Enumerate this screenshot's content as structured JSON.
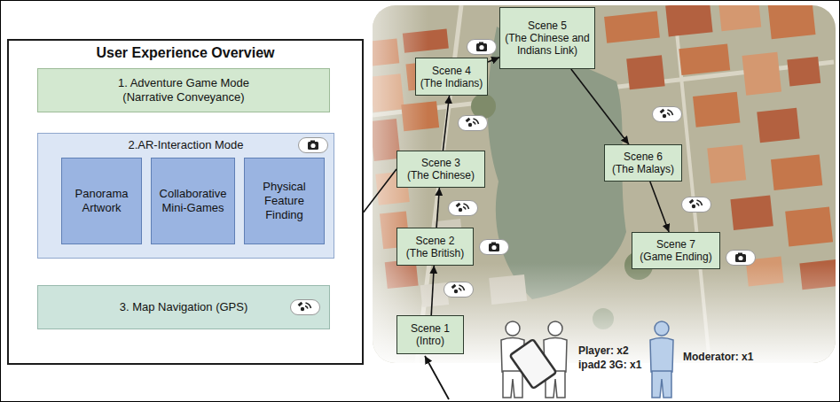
{
  "diagram": {
    "nodes": [
      {
        "text": [
          "User Experience Overview"
        ]
      },
      {
        "text": [
          "1. Adventure Game Mode",
          "(Narrative Conveyance)"
        ],
        "in": 0
      },
      {
        "text": [
          "2.AR-Interaction Mode"
        ],
        "in": 0
      },
      {
        "text": [
          "Panorama Artwork"
        ],
        "in": 2
      },
      {
        "text": [
          "Collaborative Mini-Games"
        ],
        "in": 2
      },
      {
        "text": [
          "Physical Feature Finding"
        ],
        "in": 2
      },
      {
        "text": [
          "3. Map Navigation (GPS)"
        ],
        "in": 0
      },
      {
        "text": [
          "Scene 1",
          "(Intro)"
        ]
      },
      {
        "text": [
          "Scene 2",
          "(The British)"
        ]
      },
      {
        "text": [
          "Scene 3",
          "(The Chinese)"
        ]
      },
      {
        "text": [
          "Scene 4",
          "(The Indians)"
        ]
      },
      {
        "text": [
          "Scene 5",
          "(The Chinese and Indians Link)"
        ]
      },
      {
        "text": [
          "Scene 6",
          "(The Malays)"
        ]
      },
      {
        "text": [
          "Scene 7",
          "(Game Ending)"
        ]
      }
    ],
    "edges": [
      {
        "from": 1,
        "to": 2,
        "arrow": "to"
      },
      {
        "from": 2,
        "to": 6,
        "arrow": "to"
      },
      {
        "from": 6,
        "to": 1,
        "arrow": "both"
      },
      {
        "from": 2,
        "to": 1,
        "arrow": "to"
      },
      {
        "from": 2,
        "to": 9,
        "arrow": "none"
      },
      {
        "from": 7,
        "to": 8,
        "arrow": "to"
      },
      {
        "from": 8,
        "to": 9,
        "arrow": "to"
      },
      {
        "from": 9,
        "to": 10,
        "arrow": "to"
      },
      {
        "from": 10,
        "to": 11,
        "arrow": "to"
      },
      {
        "from": 11,
        "to": 12,
        "arrow": "to"
      },
      {
        "from": 12,
        "to": 13,
        "arrow": "to"
      }
    ],
    "labels": [
      "Player: x2",
      "ipad2 3G: x1",
      "Moderator: x1"
    ]
  }
}
